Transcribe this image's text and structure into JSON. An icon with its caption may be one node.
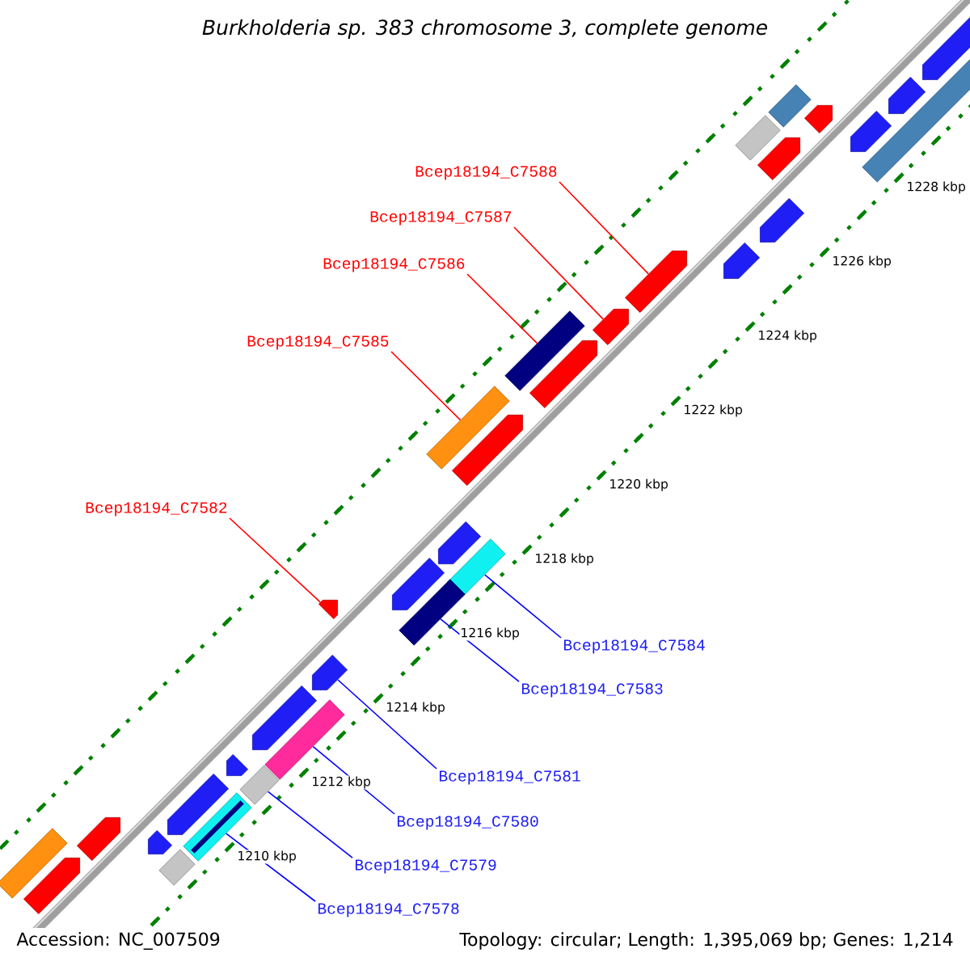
{
  "diagram": {
    "title": "Burkholderia sp. 383 chromosome 3, complete genome",
    "nodes": [
      {
        "text": [
          "Bcep18194_C7588"
        ]
      },
      {
        "text": [
          "Bcep18194_C7587"
        ]
      },
      {
        "text": [
          "Bcep18194_C7586"
        ]
      },
      {
        "text": [
          "Bcep18194_C7585"
        ]
      },
      {
        "text": [
          "Bcep18194_C7582"
        ]
      },
      {
        "text": [
          "Bcep18194_C7584"
        ]
      },
      {
        "text": [
          "Bcep18194_C7583"
        ]
      },
      {
        "text": [
          "Bcep18194_C7581"
        ]
      },
      {
        "text": [
          "Bcep18194_C7580"
        ]
      },
      {
        "text": [
          "Bcep18194_C7579"
        ]
      },
      {
        "text": [
          "Bcep18194_C7578"
        ]
      },
      {
        "text": [],
        "shape": "box"
      },
      {
        "text": [],
        "shape": "box"
      },
      {
        "text": [],
        "shape": "pentagon"
      },
      {
        "text": [],
        "shape": "pentagon"
      },
      {
        "text": [],
        "shape": "pentagon"
      },
      {
        "text": [],
        "shape": "pentagon"
      },
      {
        "text": [],
        "shape": "pentagon"
      },
      {
        "text": [],
        "shape": "box"
      },
      {
        "text": [],
        "shape": "pentagon"
      },
      {
        "text": [],
        "shape": "pentagon"
      },
      {
        "text": [],
        "shape": "pentagon"
      },
      {
        "text": [],
        "shape": "pentagon"
      },
      {
        "text": [],
        "shape": "box"
      },
      {
        "text": [],
        "shape": "pentagon"
      },
      {
        "text": [],
        "shape": "box"
      },
      {
        "text": [],
        "shape": "pentagon"
      },
      {
        "text": [],
        "shape": "pentagon"
      },
      {
        "text": [],
        "shape": "box"
      },
      {
        "text": [],
        "shape": "pentagon"
      },
      {
        "text": [],
        "shape": "box"
      },
      {
        "text": [],
        "shape": "pentagon"
      },
      {
        "text": [],
        "shape": "pentagon"
      },
      {
        "text": [],
        "shape": "pentagon"
      },
      {
        "text": [],
        "shape": "box"
      },
      {
        "text": [],
        "shape": "pentagon"
      },
      {
        "text": [],
        "shape": "box"
      },
      {
        "text": [],
        "shape": "pentagon"
      },
      {
        "text": [],
        "shape": "box"
      },
      {
        "text": [],
        "shape": "pentagon"
      },
      {
        "text": [],
        "shape": "box"
      },
      {
        "text": [],
        "shape": "box"
      },
      {
        "text": [],
        "shape": "pentagon"
      },
      {
        "text": [],
        "shape": "pentagon"
      }
    ],
    "edges": [
      {
        "from": 0,
        "to": 21,
        "arrow": "none",
        "color": "#ff0000"
      },
      {
        "from": 1,
        "to": 22,
        "arrow": "none",
        "color": "#ff0000"
      },
      {
        "from": 2,
        "to": 23,
        "arrow": "none",
        "color": "#ff0000"
      },
      {
        "from": 3,
        "to": 25,
        "arrow": "none",
        "color": "#ff0000"
      },
      {
        "from": 4,
        "to": 31,
        "arrow": "none",
        "color": "#ff0000"
      },
      {
        "from": 5,
        "to": 28,
        "arrow": "none"
      },
      {
        "from": 6,
        "to": 30,
        "arrow": "none"
      },
      {
        "from": 7,
        "to": 32,
        "arrow": "none"
      },
      {
        "from": 8,
        "to": 34,
        "arrow": "none"
      },
      {
        "from": 9,
        "to": 36,
        "arrow": "none"
      },
      {
        "from": 10,
        "to": 38,
        "arrow": "none"
      }
    ],
    "labels": [
      "1228 kbp",
      "1226 kbp",
      "1224 kbp",
      "1222 kbp",
      "1220 kbp",
      "1218 kbp",
      "1216 kbp",
      "1214 kbp",
      "1212 kbp",
      "1210 kbp",
      "Accession: NC_007509",
      "Topology: circular; Length: 1,395,069 bp; Genes: 1,214"
    ]
  }
}
